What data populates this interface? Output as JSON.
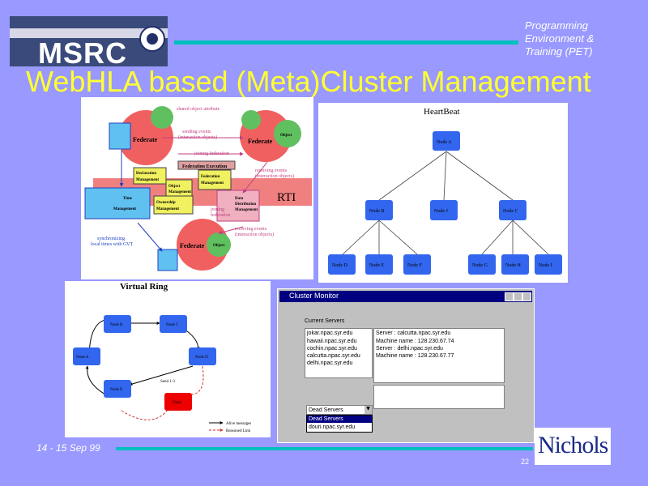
{
  "header": {
    "pet_line1": "Programming",
    "pet_line2": "Environment &",
    "pet_line3": "Training (PET)",
    "logo_text": "MSRC"
  },
  "title": "WebHLA based (Meta)Cluster Management",
  "fed": {
    "shared_attr": "shared object attribute",
    "sending": "sending events",
    "sending2": "(interaction objects)",
    "joining": "joining federation",
    "fed_exec": "Federation Execution",
    "receiving": "receiving events",
    "receiving2": "(interaction objects)",
    "declaration": "Declaration",
    "declaration2": "Management",
    "federation_mgmt": "Federation",
    "federation_mgmt2": "Management",
    "object_mgmt": "Object",
    "object_mgmt2": "Management",
    "ownership": "Ownership",
    "ownership2": "Management",
    "data_dist": "Data",
    "data_dist2": "Distribution",
    "data_dist3": "Management",
    "time_mgmt": "Time",
    "time_mgmt2": "Management",
    "rti": "RTI",
    "federate": "Federate",
    "object": "Object",
    "joining2": "joining",
    "joining3": "federation",
    "receiving_b": "receiving events",
    "receiving_b2": "(interaction objects)",
    "sync": "synchronizing",
    "sync2": "local times with GVT"
  },
  "heartbeat": {
    "title": "HeartBeat",
    "nodes": [
      "Node A",
      "Node B",
      "Node J",
      "Node C",
      "Node D",
      "Node E",
      "Node F",
      "Node G",
      "Node H",
      "Node I"
    ]
  },
  "ring": {
    "title": "Virtual Ring",
    "nodes": [
      "Node B",
      "Node C",
      "Node A",
      "Node D",
      "Node E",
      "Dead"
    ],
    "inline_label": "Send 1-3",
    "legend1": "Alive messages",
    "legend2": "Reasoned Link"
  },
  "monitor": {
    "title": "Cluster Monitor",
    "label": "Current Servers",
    "list1": [
      "jokar.npac.syr.edu",
      "hawaii.npac.syr.edu",
      "cochin.npac.syr.edu",
      "calcutta.npac.syr.edu",
      "delhi.npac.syr.edu"
    ],
    "list2": [
      "Server : calcutta.npac.syr.edu",
      "Machine name : 128.230.67.74",
      "Server : delhi.npac.syr.edu",
      "Machine name : 128.230.67.77"
    ],
    "combo_value": "Dead Servers",
    "drop_items": [
      "Dead Servers",
      "douri.npac.syr.edu"
    ]
  },
  "footer": {
    "date": "14 - 15 Sep 99",
    "page": "22",
    "logo": "Nichols"
  }
}
